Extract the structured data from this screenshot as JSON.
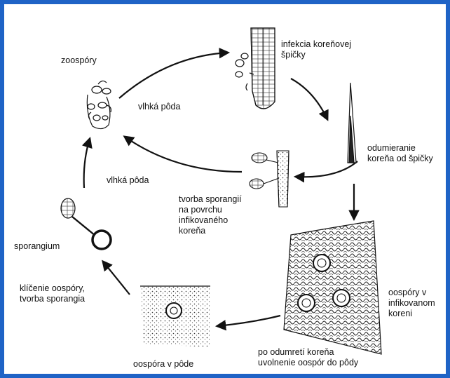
{
  "labels": {
    "zoospores": "zoospóry",
    "root_tip_infection": [
      "infekcia koreňovej",
      "špičky"
    ],
    "root_dieback": [
      "odumieranie",
      "koreňa od špičky"
    ],
    "moist_soil_top": "vlhká pôda",
    "moist_soil_middle": "vlhká pôda",
    "sporangia_formation": [
      "tvorba sporangií",
      "na povrchu",
      "infikovaného",
      "koreňa"
    ],
    "sporangium": "sporangium",
    "oospore_germination": [
      "klíčenie oospóry,",
      "tvorba sporangia"
    ],
    "oospores_in_root": [
      "oospóry v",
      "infikovanom",
      "koreni"
    ],
    "oospore_release": [
      "po odumretí koreňa",
      "uvolnenie oospór do pôdy"
    ],
    "oospore_in_soil": "oospóra v pôde"
  },
  "colors": {
    "border": "#1f63c6",
    "ink": "#111111"
  }
}
